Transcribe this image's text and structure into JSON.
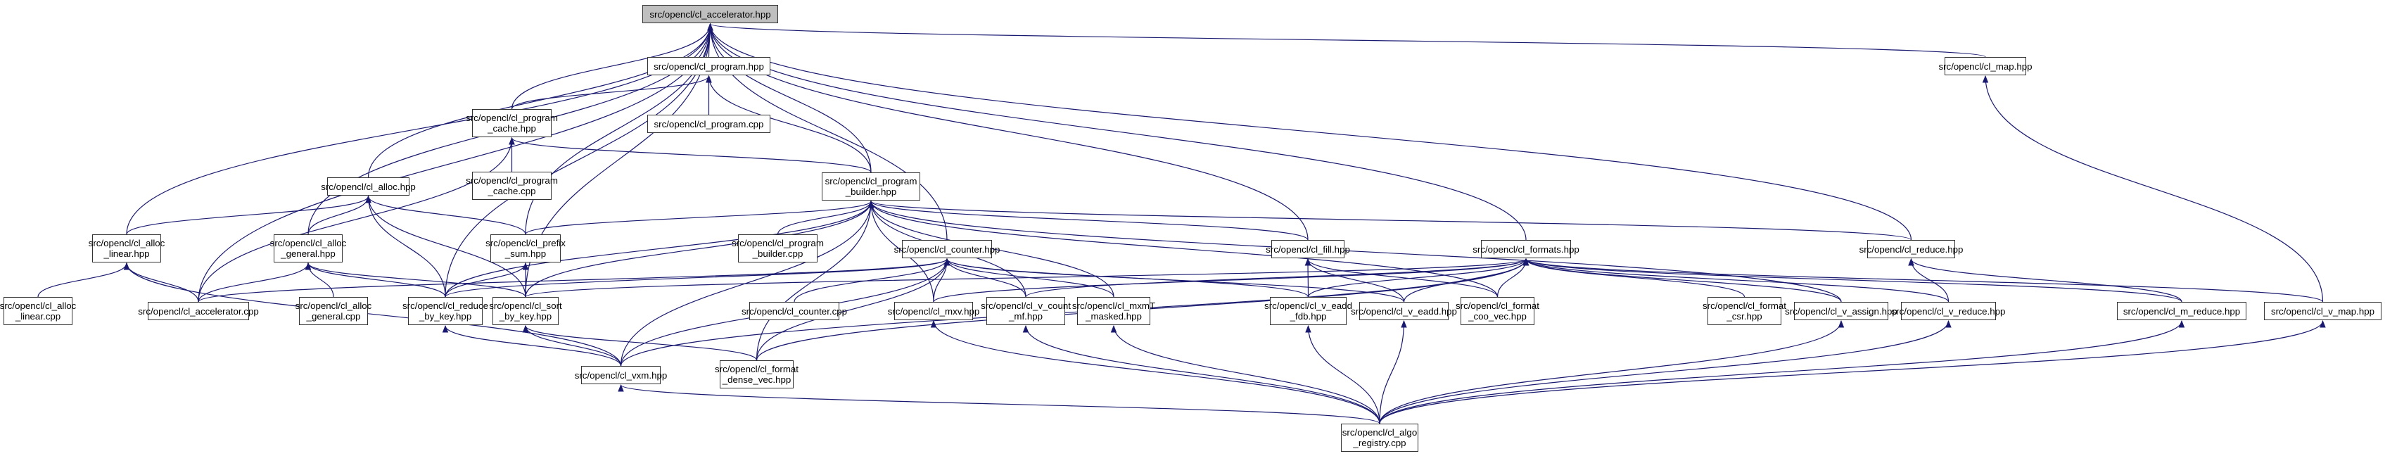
{
  "graph": {
    "title": "src/opencl/cl_accelerator.hpp",
    "edge_color": "#191970",
    "root_fill": "#bfbfbf",
    "nodes": [
      {
        "id": "acc_hpp",
        "label": "src/opencl/cl_accelerator.hpp",
        "root": true
      },
      {
        "id": "prog_hpp",
        "label": "src/opencl/cl_program.hpp"
      },
      {
        "id": "prog_cpp",
        "label": "src/opencl/cl_program.cpp"
      },
      {
        "id": "map_hpp",
        "label": "src/opencl/cl_map.hpp"
      },
      {
        "id": "pcache_hpp",
        "label": "src/opencl/cl_program\n_cache.hpp"
      },
      {
        "id": "pcache_cpp",
        "label": "src/opencl/cl_program\n_cache.cpp"
      },
      {
        "id": "alloc_hpp",
        "label": "src/opencl/cl_alloc.hpp"
      },
      {
        "id": "pbuilder_hpp",
        "label": "src/opencl/cl_program\n_builder.hpp"
      },
      {
        "id": "alinear_hpp",
        "label": "src/opencl/cl_alloc\n_linear.hpp"
      },
      {
        "id": "ageneral_hpp",
        "label": "src/opencl/cl_alloc\n_general.hpp"
      },
      {
        "id": "prefix_hpp",
        "label": "src/opencl/cl_prefix\n_sum.hpp"
      },
      {
        "id": "pbuilder_cpp",
        "label": "src/opencl/cl_program\n_builder.cpp"
      },
      {
        "id": "counter_hpp",
        "label": "src/opencl/cl_counter.hpp"
      },
      {
        "id": "fill_hpp",
        "label": "src/opencl/cl_fill.hpp"
      },
      {
        "id": "formats_hpp",
        "label": "src/opencl/cl_formats.hpp"
      },
      {
        "id": "reduce_hpp",
        "label": "src/opencl/cl_reduce.hpp"
      },
      {
        "id": "alinear_cpp",
        "label": "src/opencl/cl_alloc\n_linear.cpp"
      },
      {
        "id": "acc_cpp",
        "label": "src/opencl/cl_accelerator.cpp"
      },
      {
        "id": "ageneral_cpp",
        "label": "src/opencl/cl_alloc\n_general.cpp"
      },
      {
        "id": "rbk_hpp",
        "label": "src/opencl/cl_reduce\n_by_key.hpp"
      },
      {
        "id": "sbk_hpp",
        "label": "src/opencl/cl_sort\n_by_key.hpp"
      },
      {
        "id": "counter_cpp",
        "label": "src/opencl/cl_counter.cpp"
      },
      {
        "id": "mxv_hpp",
        "label": "src/opencl/cl_mxv.hpp"
      },
      {
        "id": "vcount_hpp",
        "label": "src/opencl/cl_v_count\n_mf.hpp"
      },
      {
        "id": "mxmt_hpp",
        "label": "src/opencl/cl_mxmT\n_masked.hpp"
      },
      {
        "id": "veaddfdb_hpp",
        "label": "src/opencl/cl_v_eadd\n_fdb.hpp"
      },
      {
        "id": "veadd_hpp",
        "label": "src/opencl/cl_v_eadd.hpp"
      },
      {
        "id": "coo_hpp",
        "label": "src/opencl/cl_format\n_coo_vec.hpp"
      },
      {
        "id": "csr_hpp",
        "label": "src/opencl/cl_format\n_csr.hpp"
      },
      {
        "id": "vassign_hpp",
        "label": "src/opencl/cl_v_assign.hpp"
      },
      {
        "id": "vreduce_hpp",
        "label": "src/opencl/cl_v_reduce.hpp"
      },
      {
        "id": "mreduce_hpp",
        "label": "src/opencl/cl_m_reduce.hpp"
      },
      {
        "id": "vmap_hpp",
        "label": "src/opencl/cl_v_map.hpp"
      },
      {
        "id": "vxm_hpp",
        "label": "src/opencl/cl_vxm.hpp"
      },
      {
        "id": "dense_hpp",
        "label": "src/opencl/cl_format\n_dense_vec.hpp"
      },
      {
        "id": "algo_cpp",
        "label": "src/opencl/cl_algo\n_registry.cpp"
      }
    ],
    "edges": [
      [
        "prog_hpp",
        "acc_hpp"
      ],
      [
        "map_hpp",
        "acc_hpp"
      ],
      [
        "pcache_hpp",
        "acc_hpp"
      ],
      [
        "alloc_hpp",
        "acc_hpp"
      ],
      [
        "pbuilder_hpp",
        "acc_hpp"
      ],
      [
        "alinear_hpp",
        "acc_hpp"
      ],
      [
        "ageneral_hpp",
        "acc_hpp"
      ],
      [
        "prefix_hpp",
        "acc_hpp"
      ],
      [
        "counter_hpp",
        "acc_hpp"
      ],
      [
        "fill_hpp",
        "acc_hpp"
      ],
      [
        "formats_hpp",
        "acc_hpp"
      ],
      [
        "reduce_hpp",
        "acc_hpp"
      ],
      [
        "acc_cpp",
        "acc_hpp"
      ],
      [
        "rbk_hpp",
        "acc_hpp"
      ],
      [
        "sbk_hpp",
        "acc_hpp"
      ],
      [
        "prog_cpp",
        "prog_hpp"
      ],
      [
        "pcache_hpp",
        "prog_hpp"
      ],
      [
        "pbuilder_hpp",
        "prog_hpp"
      ],
      [
        "pcache_cpp",
        "pcache_hpp"
      ],
      [
        "pbuilder_hpp",
        "pcache_hpp"
      ],
      [
        "acc_cpp",
        "pcache_hpp"
      ],
      [
        "alinear_hpp",
        "alloc_hpp"
      ],
      [
        "ageneral_hpp",
        "alloc_hpp"
      ],
      [
        "prefix_hpp",
        "alloc_hpp"
      ],
      [
        "rbk_hpp",
        "alloc_hpp"
      ],
      [
        "sbk_hpp",
        "alloc_hpp"
      ],
      [
        "alinear_cpp",
        "alinear_hpp"
      ],
      [
        "acc_cpp",
        "alinear_hpp"
      ],
      [
        "vxm_hpp",
        "alinear_hpp"
      ],
      [
        "acc_cpp",
        "ageneral_hpp"
      ],
      [
        "ageneral_cpp",
        "ageneral_hpp"
      ],
      [
        "rbk_hpp",
        "ageneral_hpp"
      ],
      [
        "sbk_hpp",
        "ageneral_hpp"
      ],
      [
        "rbk_hpp",
        "prefix_hpp"
      ],
      [
        "sbk_hpp",
        "prefix_hpp"
      ],
      [
        "pbuilder_cpp",
        "pbuilder_hpp"
      ],
      [
        "prefix_hpp",
        "pbuilder_hpp"
      ],
      [
        "rbk_hpp",
        "pbuilder_hpp"
      ],
      [
        "sbk_hpp",
        "pbuilder_hpp"
      ],
      [
        "fill_hpp",
        "pbuilder_hpp"
      ],
      [
        "reduce_hpp",
        "pbuilder_hpp"
      ],
      [
        "mxv_hpp",
        "pbuilder_hpp"
      ],
      [
        "vcount_hpp",
        "pbuilder_hpp"
      ],
      [
        "mxmt_hpp",
        "pbuilder_hpp"
      ],
      [
        "vxm_hpp",
        "pbuilder_hpp"
      ],
      [
        "dense_hpp",
        "pbuilder_hpp"
      ],
      [
        "vassign_hpp",
        "pbuilder_hpp"
      ],
      [
        "coo_hpp",
        "pbuilder_hpp"
      ],
      [
        "counter_cpp",
        "counter_hpp"
      ],
      [
        "mxv_hpp",
        "counter_hpp"
      ],
      [
        "vcount_hpp",
        "counter_hpp"
      ],
      [
        "mxmt_hpp",
        "counter_hpp"
      ],
      [
        "veaddfdb_hpp",
        "counter_hpp"
      ],
      [
        "veadd_hpp",
        "counter_hpp"
      ],
      [
        "vxm_hpp",
        "counter_hpp"
      ],
      [
        "dense_hpp",
        "counter_hpp"
      ],
      [
        "acc_cpp",
        "counter_hpp"
      ],
      [
        "rbk_hpp",
        "counter_hpp"
      ],
      [
        "veaddfdb_hpp",
        "fill_hpp"
      ],
      [
        "veadd_hpp",
        "fill_hpp"
      ],
      [
        "coo_hpp",
        "fill_hpp"
      ],
      [
        "mxv_hpp",
        "formats_hpp"
      ],
      [
        "vcount_hpp",
        "formats_hpp"
      ],
      [
        "veaddfdb_hpp",
        "formats_hpp"
      ],
      [
        "veadd_hpp",
        "formats_hpp"
      ],
      [
        "coo_hpp",
        "formats_hpp"
      ],
      [
        "csr_hpp",
        "formats_hpp"
      ],
      [
        "vassign_hpp",
        "formats_hpp"
      ],
      [
        "vreduce_hpp",
        "formats_hpp"
      ],
      [
        "mreduce_hpp",
        "formats_hpp"
      ],
      [
        "vmap_hpp",
        "formats_hpp"
      ],
      [
        "vxm_hpp",
        "formats_hpp"
      ],
      [
        "dense_hpp",
        "formats_hpp"
      ],
      [
        "sbk_hpp",
        "formats_hpp"
      ],
      [
        "vreduce_hpp",
        "reduce_hpp"
      ],
      [
        "mreduce_hpp",
        "reduce_hpp"
      ],
      [
        "vmap_hpp",
        "map_hpp"
      ],
      [
        "vxm_hpp",
        "rbk_hpp"
      ],
      [
        "vxm_hpp",
        "sbk_hpp"
      ],
      [
        "dense_hpp",
        "sbk_hpp"
      ],
      [
        "algo_cpp",
        "vxm_hpp"
      ],
      [
        "algo_cpp",
        "mxv_hpp"
      ],
      [
        "algo_cpp",
        "vcount_hpp"
      ],
      [
        "algo_cpp",
        "mxmt_hpp"
      ],
      [
        "algo_cpp",
        "veaddfdb_hpp"
      ],
      [
        "algo_cpp",
        "veadd_hpp"
      ],
      [
        "algo_cpp",
        "vassign_hpp"
      ],
      [
        "algo_cpp",
        "vreduce_hpp"
      ],
      [
        "algo_cpp",
        "mreduce_hpp"
      ],
      [
        "algo_cpp",
        "vmap_hpp"
      ]
    ]
  }
}
